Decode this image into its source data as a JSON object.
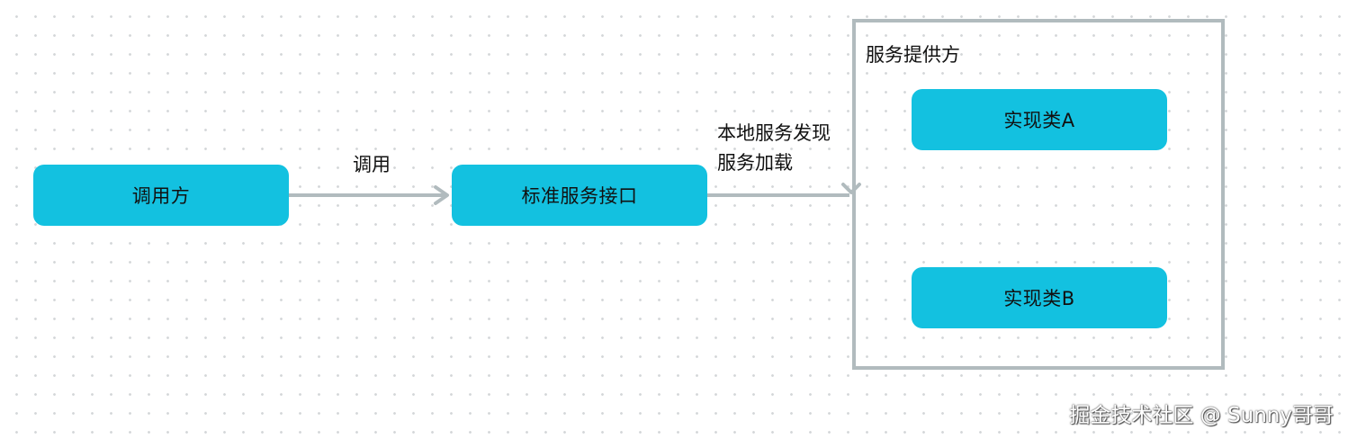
{
  "nodes": {
    "caller": "调用方",
    "standard_interface": "标准服务接口",
    "impl_a": "实现类A",
    "impl_b": "实现类B"
  },
  "edges": {
    "call_label": "调用",
    "discovery_label_line1": "本地服务发现",
    "discovery_label_line2": "服务加载"
  },
  "groups": {
    "provider_title": "服务提供方"
  },
  "watermark": "掘金技术社区 @ Sunny哥哥",
  "colors": {
    "node_fill": "#13c1e0",
    "connector": "#b1bbbe",
    "container_border": "#b1bbbe"
  }
}
